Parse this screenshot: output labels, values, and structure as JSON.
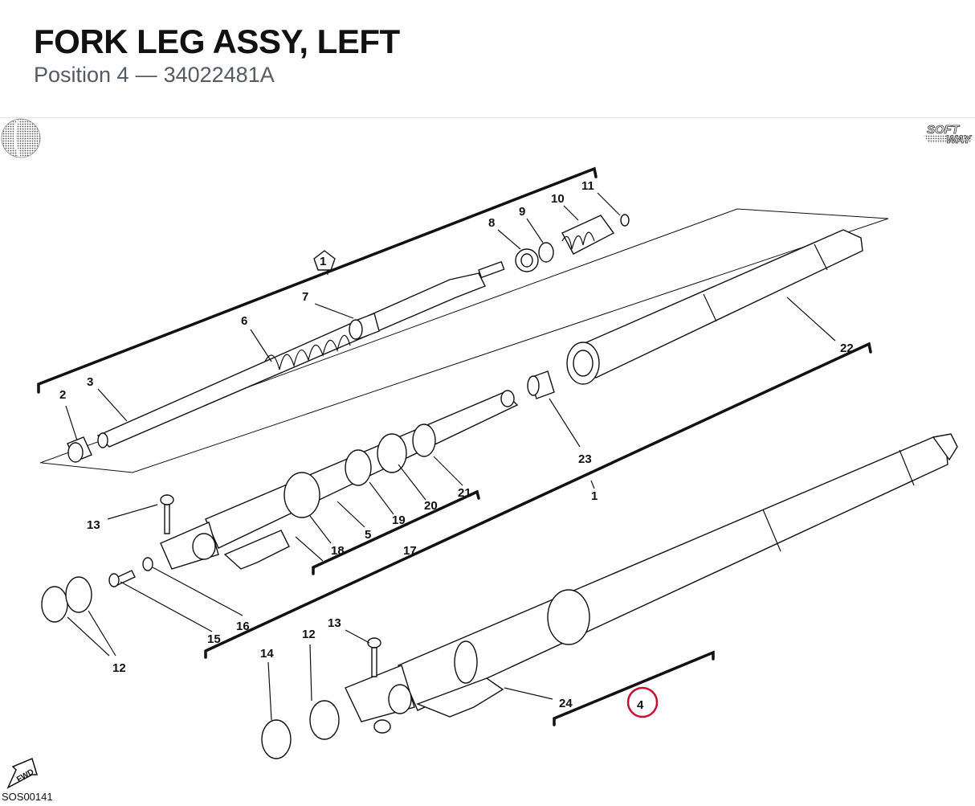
{
  "header": {
    "title": "FORK LEG ASSY, LEFT",
    "position_label": "Position 4",
    "separator": "—",
    "part_number": "34022481A"
  },
  "footer": {
    "drawing_code": "SOS00141"
  },
  "logos": {
    "left": "ducati-logo",
    "right": "softway-logo",
    "right_text_1": "SOFT",
    "right_text_2": "WAY"
  },
  "fwd_badge": "FWD",
  "callouts": {
    "c1": "1",
    "c2": "2",
    "c3": "3",
    "c4": "4",
    "c5": "5",
    "c6": "6",
    "c7": "7",
    "c8": "8",
    "c9": "9",
    "c10": "10",
    "c11": "11",
    "c12a": "12",
    "c12b": "12",
    "c13a": "13",
    "c13b": "13",
    "c14": "14",
    "c15": "15",
    "c16": "16",
    "c17": "17",
    "c18": "18",
    "c19": "19",
    "c20": "20",
    "c21": "21",
    "c22": "22",
    "c23": "23",
    "c24": "24",
    "kit": "1"
  },
  "colors": {
    "highlight_ring": "#c8102e",
    "text": "#111111",
    "subtitle": "#555b63"
  }
}
